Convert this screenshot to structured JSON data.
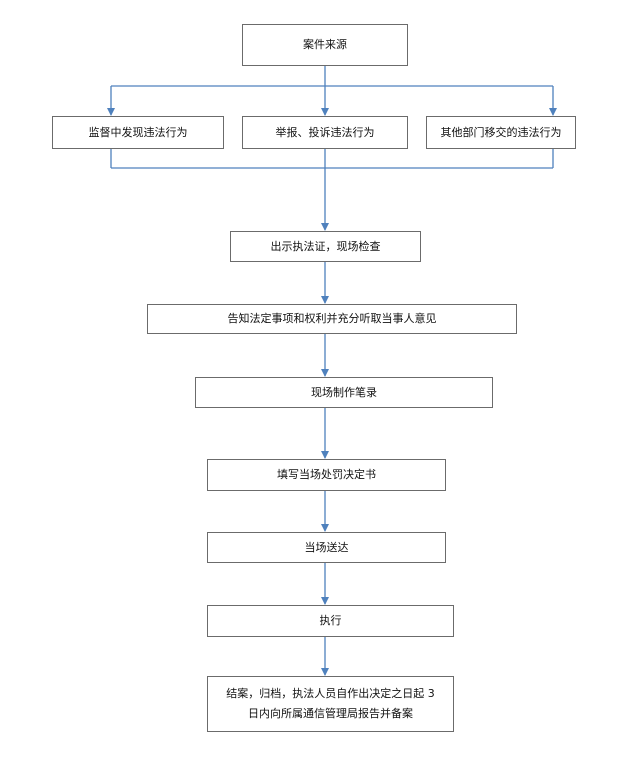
{
  "colors": {
    "connector": "#4f81bd",
    "border": "#6b6b6b"
  },
  "flow": {
    "source": "案件来源",
    "branches": [
      "监督中发现违法行为",
      "举报、投诉违法行为",
      "其他部门移交的违法行为"
    ],
    "show_credentials": "出示执法证，现场检查",
    "inform_rights": "告知法定事项和权利并充分听取当事人意见",
    "record": "现场制作笔录",
    "decision": "填写当场处罚决定书",
    "deliver": "当场送达",
    "execute": "执行",
    "close_line1": "结案，归档，执法人员自作出决定之日起 3",
    "close_line2": "日内向所属通信管理局报告并备案"
  }
}
